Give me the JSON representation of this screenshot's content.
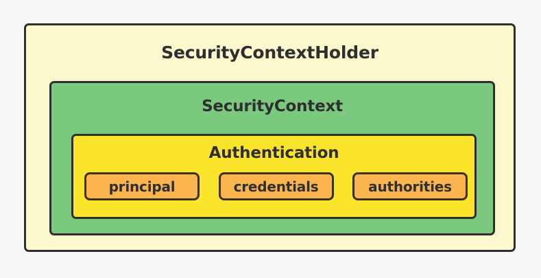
{
  "diagram": {
    "type": "nested-box-diagram",
    "background_color": "#f8f8f8",
    "outer": {
      "title": "SecurityContextHolder",
      "fill_color": "#fcf8cd",
      "border_color": "#2f2f2f",
      "middle": {
        "title": "SecurityContext",
        "fill_color": "#7bc97f",
        "border_color": "#2f2f2f",
        "inner": {
          "title": "Authentication",
          "fill_color": "#fbe42c",
          "border_color": "#2f2f2f",
          "fields": [
            {
              "label": "principal",
              "fill_color": "#fcb54e",
              "border_color": "#3a3323"
            },
            {
              "label": "credentials",
              "fill_color": "#fcb54e",
              "border_color": "#3a3323"
            },
            {
              "label": "authorities",
              "fill_color": "#fcb54e",
              "border_color": "#3a3323"
            }
          ]
        }
      }
    }
  }
}
